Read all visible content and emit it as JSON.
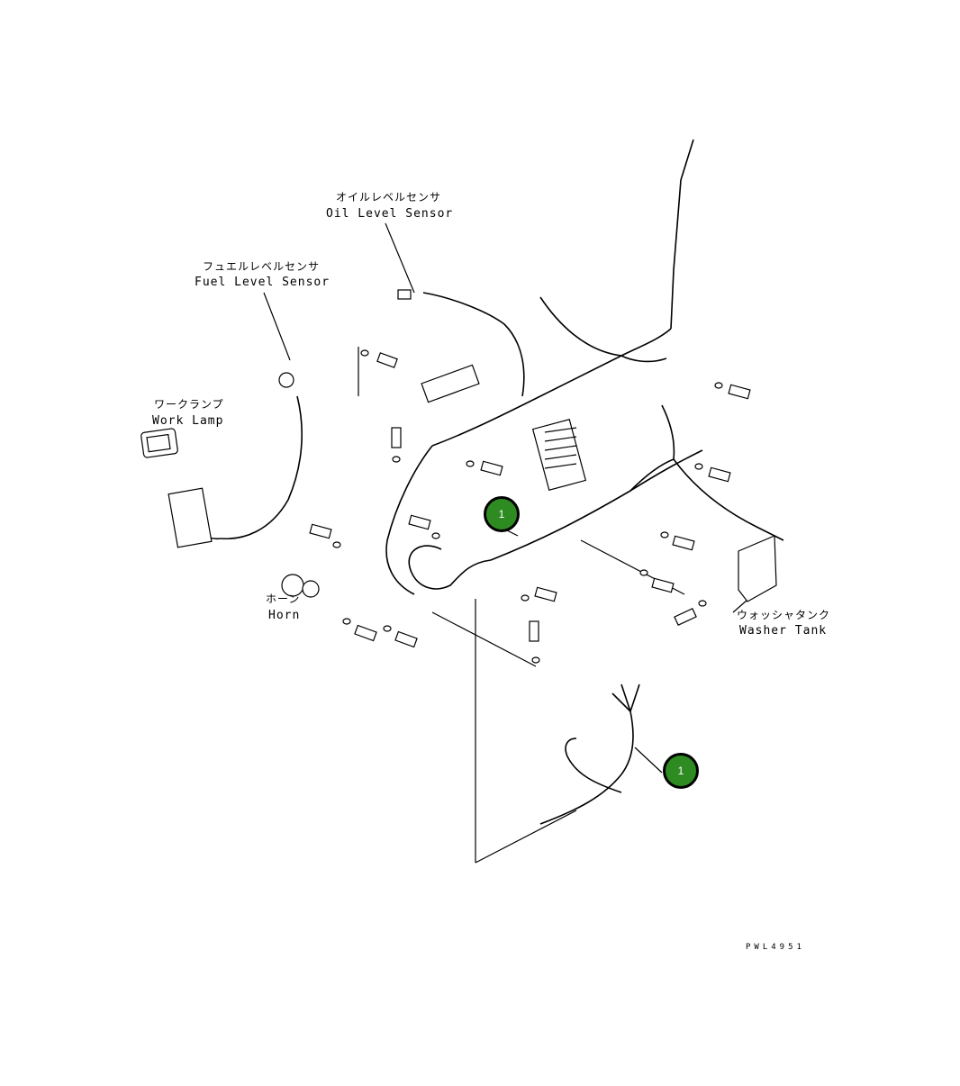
{
  "labels": {
    "oil_level_sensor_jp": "オイルレベルセンサ",
    "oil_level_sensor_en": "Oil Level Sensor",
    "fuel_level_sensor_jp": "フュエルレベルセンサ",
    "fuel_level_sensor_en": "Fuel Level Sensor",
    "work_lamp_jp": "ワークランプ",
    "work_lamp_en": "Work Lamp",
    "horn_jp": "ホーン",
    "horn_en": "Horn",
    "washer_tank_jp": "ウォッシャタンク",
    "washer_tank_en": "Washer Tank"
  },
  "callouts": [
    {
      "number": "1",
      "color": "#2e8b22"
    },
    {
      "number": "1",
      "color": "#2e8b22"
    }
  ],
  "drawing_code": "PWL4951"
}
